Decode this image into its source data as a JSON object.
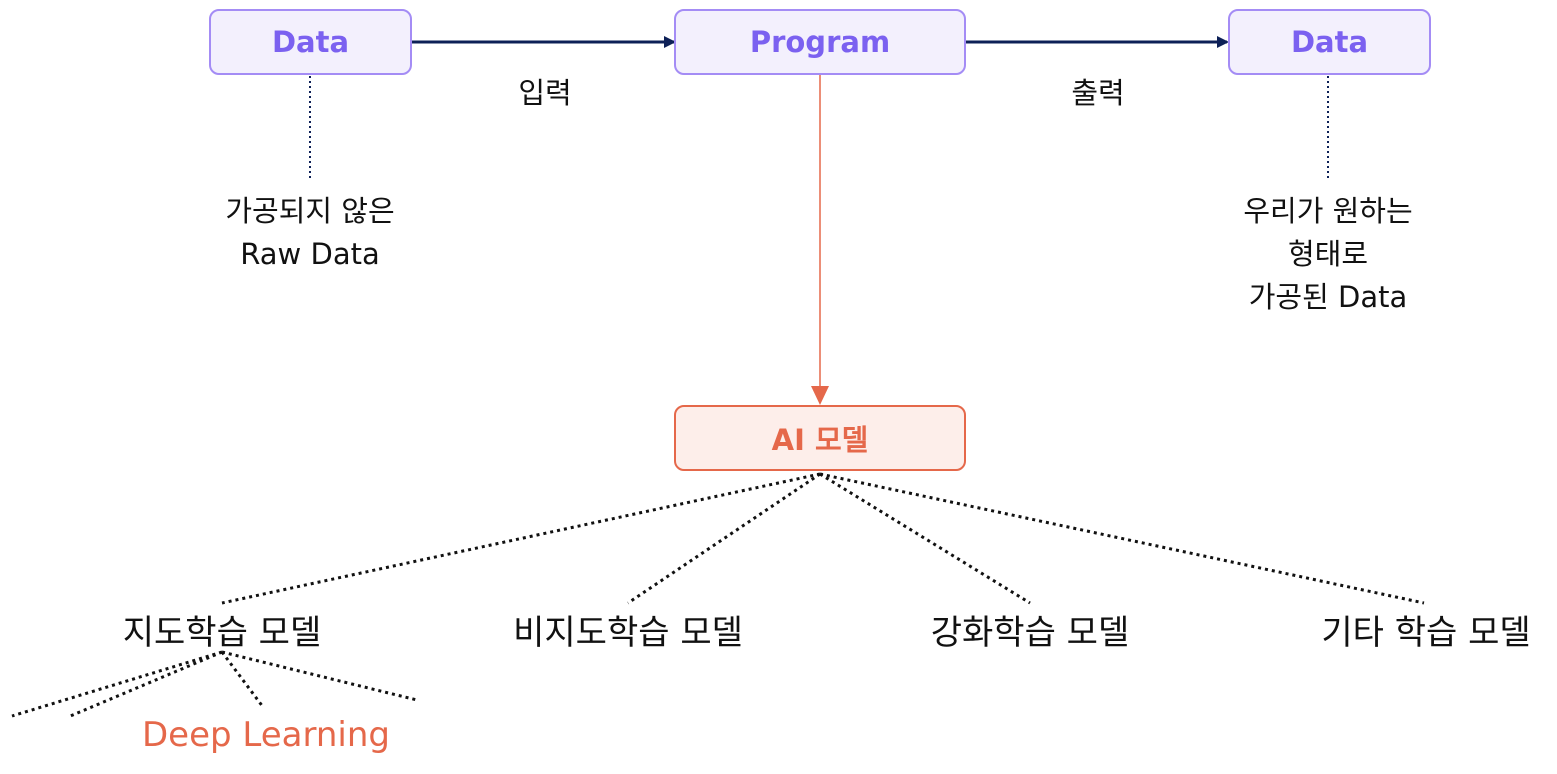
{
  "nodes": {
    "input_data": "Data",
    "program": "Program",
    "output_data": "Data",
    "ai_model": "AI 모델"
  },
  "edge_labels": {
    "input": "입력",
    "output": "출력"
  },
  "notes": {
    "raw_data": "가공되지 않은\nRaw Data",
    "processed_data": "우리가 원하는\n형태로\n가공된 Data"
  },
  "categories": [
    {
      "label": "지도학습 모델"
    },
    {
      "label": "비지도학습 모델"
    },
    {
      "label": "강화학습 모델"
    },
    {
      "label": "기타 학습 모델"
    }
  ],
  "sub_items": {
    "deep_learning": "Deep Learning"
  },
  "colors": {
    "data_node_border": "#a48cf5",
    "data_node_text": "#7b61f0",
    "ai_node": "#e5684a",
    "arrow": "#0d2057"
  }
}
